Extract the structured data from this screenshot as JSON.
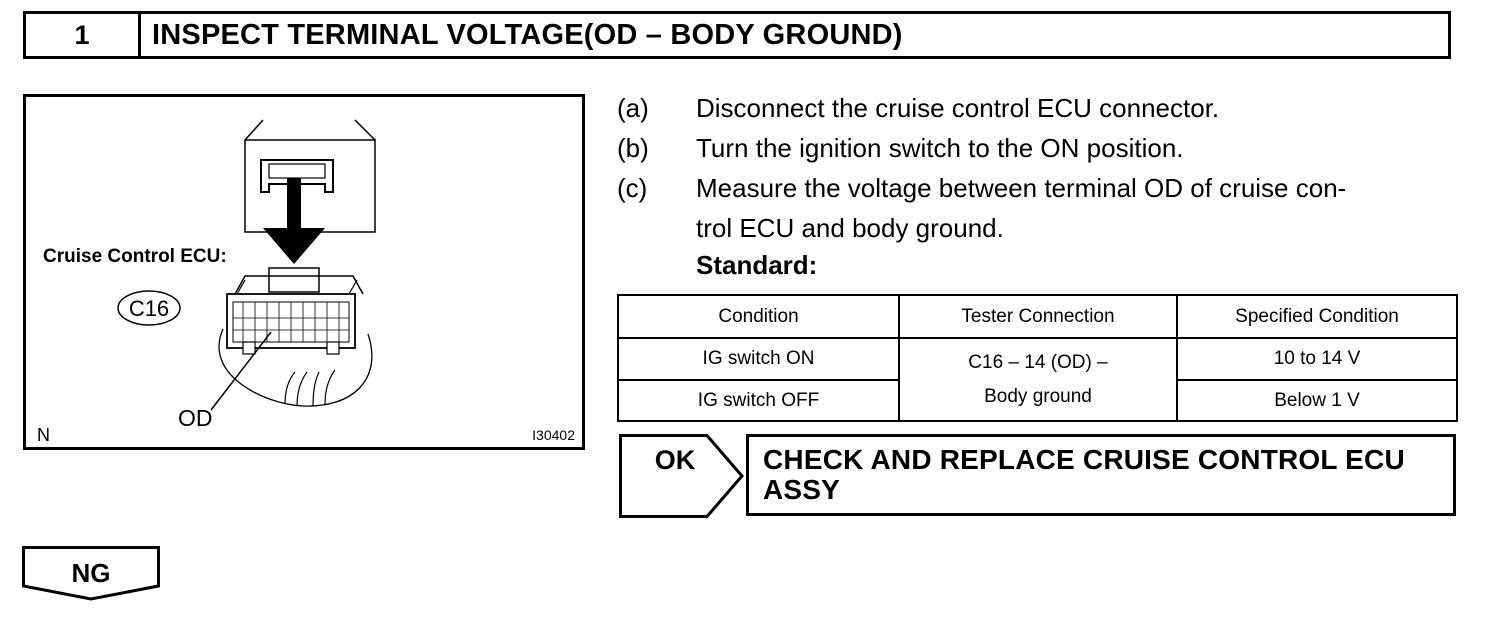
{
  "header": {
    "step_number": "1",
    "title": "INSPECT TERMINAL VOLTAGE(OD – BODY GROUND)"
  },
  "illustration": {
    "component_label": "Cruise Control ECU:",
    "connector_code": "C16",
    "terminal_label": "OD",
    "corner_mark": "N",
    "figure_id": "I30402"
  },
  "steps": [
    {
      "label": "(a)",
      "text": "Disconnect the cruise control ECU connector."
    },
    {
      "label": "(b)",
      "text": "Turn the ignition switch to the ON position."
    },
    {
      "label": "(c)",
      "lines": [
        "Measure the voltage between terminal OD of cruise con-",
        "trol ECU and body ground."
      ]
    }
  ],
  "standard_label": "Standard:",
  "table": {
    "headers": [
      "Condition",
      "Tester Connection",
      "Specified Condition"
    ],
    "rows": [
      {
        "condition": "IG switch ON",
        "specified": "10 to 14 V"
      },
      {
        "condition": "IG switch OFF",
        "specified": "Below 1 V"
      }
    ],
    "tester_connection_lines": [
      "C16 – 14 (OD) –",
      "Body ground"
    ]
  },
  "results": {
    "ok_label": "OK",
    "ok_action_lines": [
      "CHECK AND REPLACE CRUISE CONTROL ECU",
      "ASSY"
    ],
    "ng_label": "NG"
  }
}
